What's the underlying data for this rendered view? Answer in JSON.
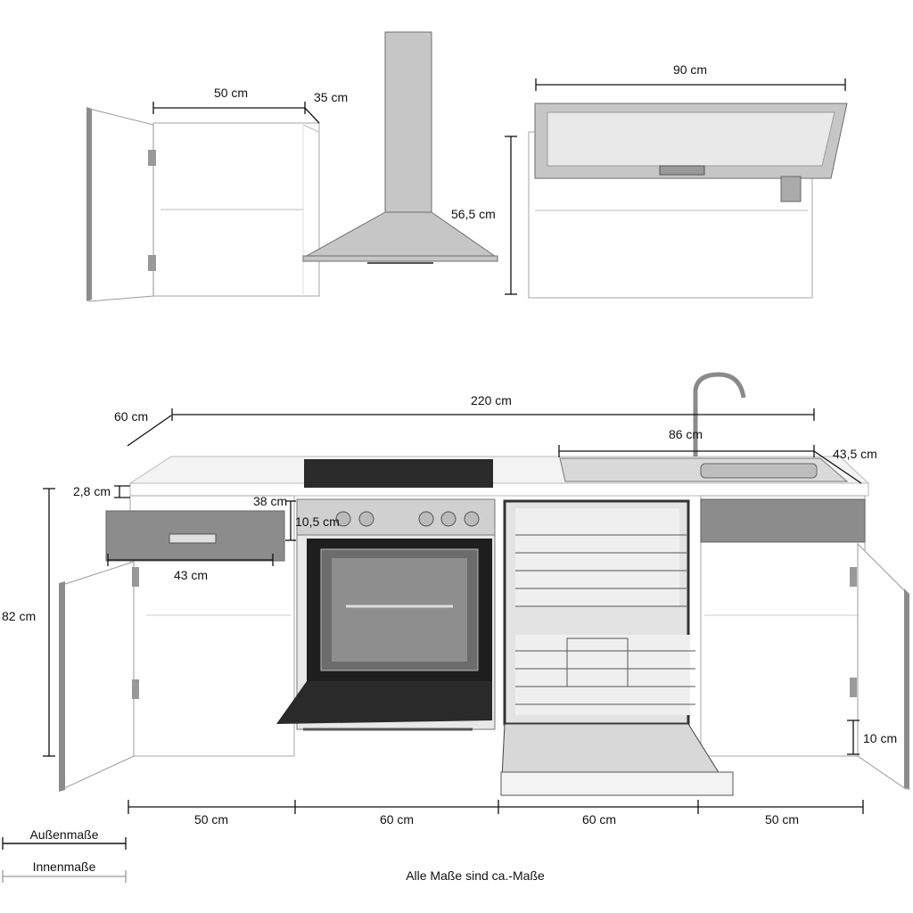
{
  "colors": {
    "front": "#8c8c8c",
    "steel": "#c6c6c6",
    "glass": "#2b2b2b",
    "line": "#111111"
  },
  "upper_cabinets": {
    "wall_cabinet_width": "50 cm",
    "wall_cabinet_depth": "35 cm",
    "hood_height": "56,5 cm",
    "flap_cabinet_width": "90 cm"
  },
  "base_units": {
    "depth": "60 cm",
    "total_width": "220 cm",
    "sink_width": "86 cm",
    "sink_depth": "43,5 cm",
    "worktop_thickness": "2,8 cm",
    "drawer_height": "38 cm",
    "drawer_front": "10,5 cm",
    "drawer_width": "43 cm",
    "height": "82 cm",
    "plinth": "10 cm",
    "module_widths": [
      "50 cm",
      "60 cm",
      "60 cm",
      "50 cm"
    ]
  },
  "legend": {
    "outer": "Außenmaße",
    "inner": "Innenmaße"
  },
  "footnote": "Alle Maße sind ca.-Maße"
}
